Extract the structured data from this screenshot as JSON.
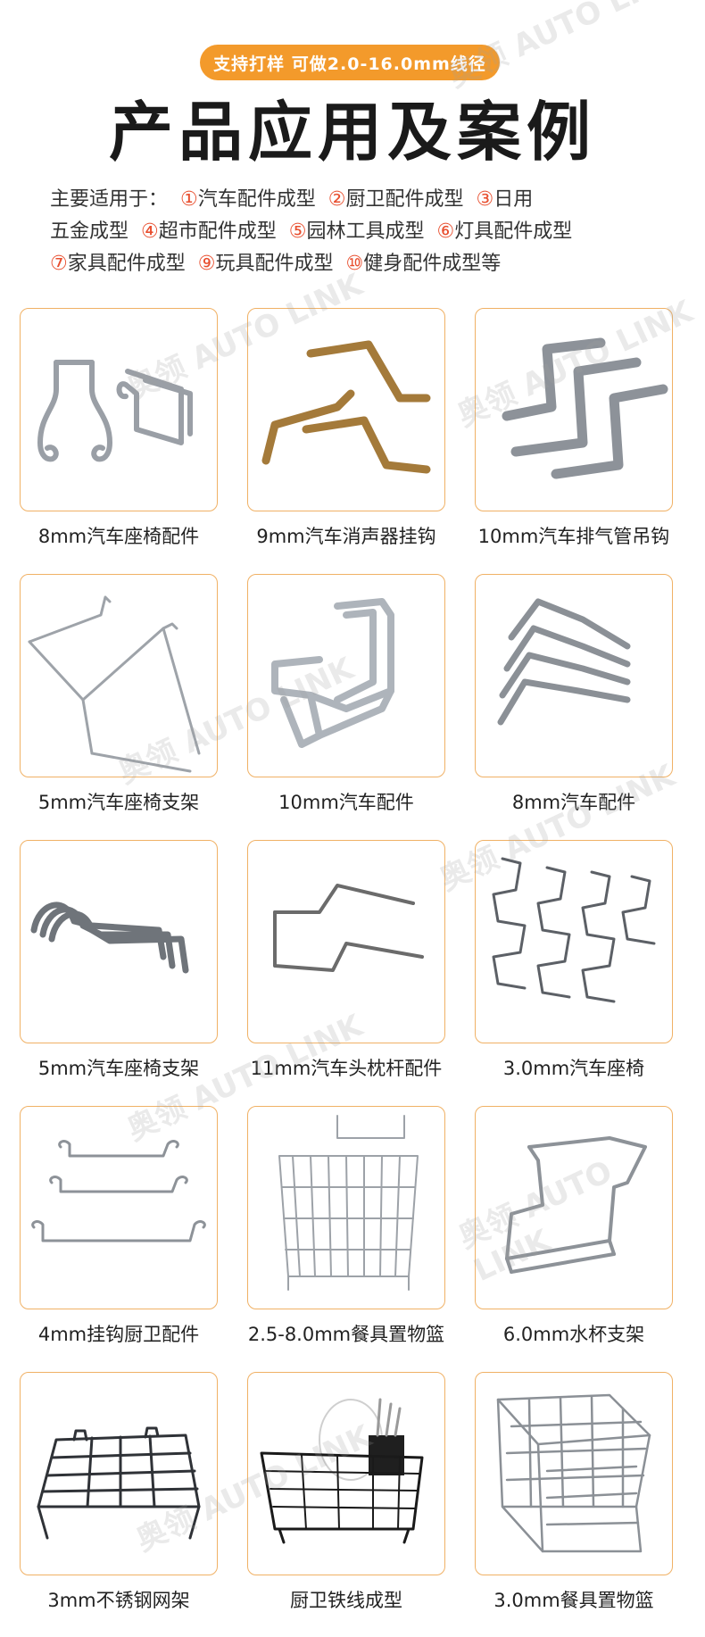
{
  "badge": "支持打样 可做2.0-16.0mm线径",
  "title": "产品应用及案例",
  "intro": {
    "lines": [
      [
        {
          "num": "",
          "text": "主要适用于："
        },
        {
          "num": "①",
          "text": "汽车配件成型"
        },
        {
          "num": "②",
          "text": "厨卫配件成型"
        },
        {
          "num": "③",
          "text": "日用"
        }
      ],
      [
        {
          "num": "",
          "text": "五金成型"
        },
        {
          "num": "④",
          "text": "超市配件成型"
        },
        {
          "num": "⑤",
          "text": "园林工具成型"
        },
        {
          "num": "⑥",
          "text": "灯具配件成型"
        }
      ],
      [
        {
          "num": "⑦",
          "text": "家具配件成型"
        },
        {
          "num": "⑨",
          "text": "玩具配件成型"
        },
        {
          "num": "⑩",
          "text": "健身配件成型等"
        }
      ]
    ]
  },
  "watermark": {
    "cn": "奥领",
    "en": "AUTO LINK"
  },
  "products": [
    {
      "caption": "8mm汽车座椅配件",
      "icon": "wire-clip-icon"
    },
    {
      "caption": "9mm汽车消声器挂钩",
      "icon": "brass-hook-icon"
    },
    {
      "caption": "10mm汽车排气管吊钩",
      "icon": "z-hook-icon"
    },
    {
      "caption": "5mm汽车座椅支架",
      "icon": "seat-frame-icon"
    },
    {
      "caption": "10mm汽车配件",
      "icon": "bent-frame-icon"
    },
    {
      "caption": "8mm汽车配件",
      "icon": "curved-rods-icon"
    },
    {
      "caption": "5mm汽车座椅支架",
      "icon": "j-hook-icon"
    },
    {
      "caption": "11mm汽车头枕杆配件",
      "icon": "headrest-rod-icon"
    },
    {
      "caption": "3.0mm汽车座椅",
      "icon": "zigzag-spring-icon"
    },
    {
      "caption": "4mm挂钩厨卫配件",
      "icon": "hanger-rods-icon"
    },
    {
      "caption": "2.5-8.0mm餐具置物篮",
      "icon": "utensil-basket-icon"
    },
    {
      "caption": "6.0mm水杯支架",
      "icon": "cup-holder-icon"
    },
    {
      "caption": "3mm不锈钢网架",
      "icon": "wire-rack-icon"
    },
    {
      "caption": "厨卫铁线成型",
      "icon": "dish-rack-icon"
    },
    {
      "caption": "3.0mm餐具置物篮",
      "icon": "pull-basket-icon"
    }
  ]
}
